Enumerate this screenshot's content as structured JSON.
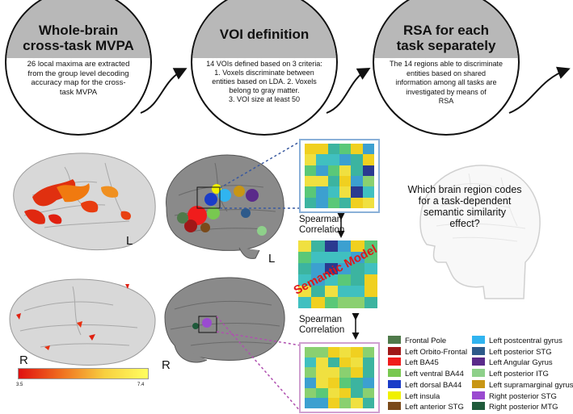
{
  "stages": [
    {
      "title": "Whole-brain\ncross-task MVPA",
      "body": "26 local maxima are extracted\nfrom the group level decoding\naccuracy map for the cross-\ntask MVPA"
    },
    {
      "title": "VOI definition",
      "body": "14 VOIs defined based on 3 criteria:\n1. Voxels discriminate between\nentities based on LDA. 2. Voxels\nbelong to gray matter.\n3. VOI size at least 50"
    },
    {
      "title": "RSA for each\ntask separately",
      "body": "The 14 regions able to discriminate\nentities based on shared\ninformation among all tasks are\ninvestigated by means of\nRSA"
    }
  ],
  "hemisphere_left": "L",
  "hemisphere_right": "R",
  "colorbar": {
    "min": "3.5",
    "max": "7.4"
  },
  "voi_left_label": "L",
  "voi_right_label": "R",
  "spearman_top": "Spearman\nCorrelation",
  "spearman_bottom": "Spearman\nCorrelation",
  "semantic_model": "Semantic Model",
  "question": "Which brain region codes\nfor a task-dependent\nsemantic similarity\neffect?",
  "legend": [
    {
      "label": "Frontal Pole",
      "color": "#4f7a4a"
    },
    {
      "label": "Left Orbito-Frontal",
      "color": "#a01818"
    },
    {
      "label": "Left BA45",
      "color": "#f01c1c"
    },
    {
      "label": "Left ventral BA44",
      "color": "#78c850"
    },
    {
      "label": "Left dorsal BA44",
      "color": "#1a3cc8"
    },
    {
      "label": "Left insula",
      "color": "#f0f000"
    },
    {
      "label": "Left anterior STG",
      "color": "#7a4a1a"
    },
    {
      "label": "Left postcentral gyrus",
      "color": "#30b4f0"
    },
    {
      "label": "Left posterior STG",
      "color": "#2d5a8a"
    },
    {
      "label": "Left Angular Gyrus",
      "color": "#5a2a8a"
    },
    {
      "label": "Left posterior ITG",
      "color": "#8ed08a"
    },
    {
      "label": "Left supramarginal gyrus",
      "color": "#c89614"
    },
    {
      "label": "Right posterior STG",
      "color": "#9a4ad0"
    },
    {
      "label": "Right posterior MTG",
      "color": "#1e5a3a"
    }
  ],
  "colors": {
    "stage_header": "#b8b8b8",
    "matrix_frame": "#8ab0d8",
    "semantic_text": "#e01818"
  }
}
